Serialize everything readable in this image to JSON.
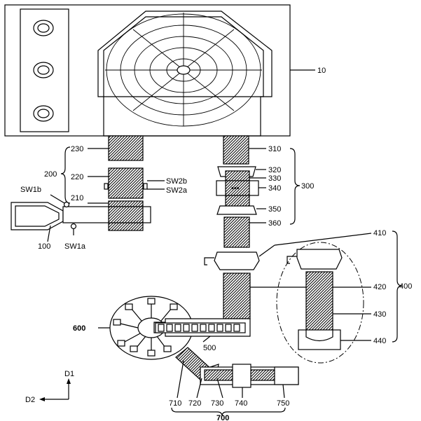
{
  "labels": {
    "l10": "10",
    "l230": "230",
    "l220": "220",
    "l210": "210",
    "l200": "200",
    "lsw2b": "SW2b",
    "lsw2a": "SW2a",
    "lsw1b": "SW1b",
    "lsw1a": "SW1a",
    "l100": "100",
    "l310": "310",
    "l320": "320",
    "l330": "330",
    "l340": "340",
    "l300": "300",
    "l350": "350",
    "l360": "360",
    "l410": "410",
    "l420": "420",
    "l400": "400",
    "l430": "430",
    "l440": "440",
    "l600": "600",
    "l500": "500",
    "l710": "710",
    "l720": "720",
    "l730": "730",
    "l740": "740",
    "l750": "750",
    "l700": "700",
    "ld1": "D1",
    "ld2": "D2"
  }
}
